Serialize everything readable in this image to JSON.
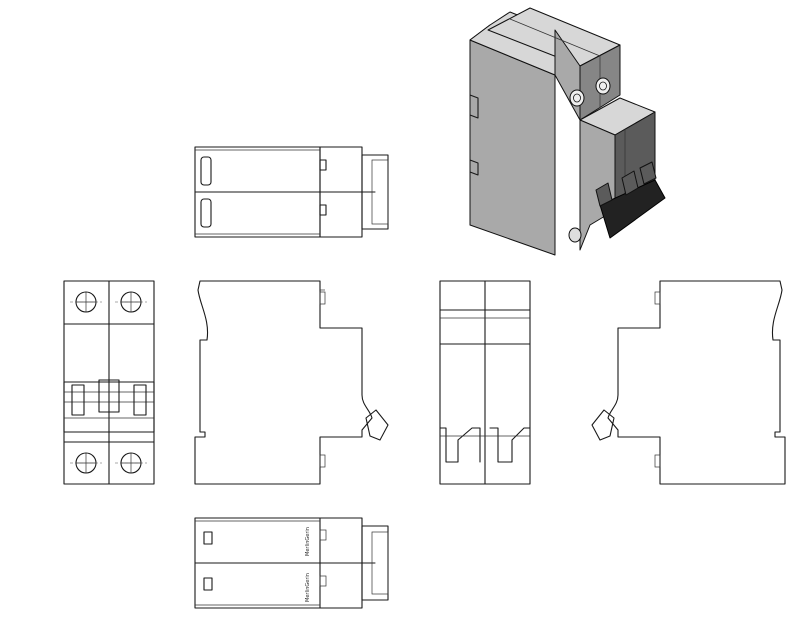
{
  "drawing": {
    "brand_marking": "MerlinGerin",
    "views": [
      "iso",
      "top",
      "front",
      "left",
      "rear",
      "right",
      "bottom"
    ]
  },
  "colors": {
    "line": "#1a1a1a",
    "iso_light": "#d7d7d7",
    "iso_mid": "#a9a9a9",
    "iso_dark": "#5b5b5b",
    "handle": "#222222"
  }
}
